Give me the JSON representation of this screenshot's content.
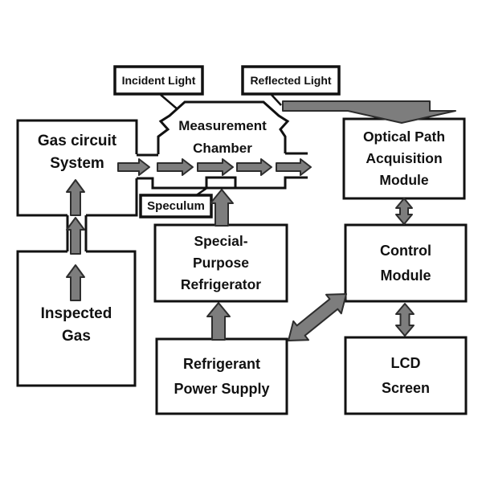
{
  "diagram": {
    "type": "block-diagram",
    "background": "#ffffff",
    "colors": {
      "arrow_fill": "#7d7d7d",
      "arrow_outline": "#2d2d2d",
      "wall_line": "#111111",
      "label_text": "#111111"
    },
    "nodes": {
      "incident_light": {
        "label": "Incident Light"
      },
      "reflected_light": {
        "label": "Reflected Light"
      },
      "measurement_chamber": {
        "lines": [
          "Measurement",
          "Chamber"
        ]
      },
      "gas_circuit_system": {
        "lines": [
          "Gas circuit",
          "System"
        ]
      },
      "optical_path_acquisition_module": {
        "lines": [
          "Optical Path",
          "Acquisition",
          "Module"
        ]
      },
      "speculum": {
        "label": "Speculum"
      },
      "special_purpose_refrigerator": {
        "lines": [
          "Special-",
          "Purpose",
          "Refrigerator"
        ]
      },
      "control_module": {
        "lines": [
          "Control",
          "Module"
        ]
      },
      "inspected_gas": {
        "lines": [
          "Inspected",
          "Gas"
        ]
      },
      "refrigerant_power_supply": {
        "lines": [
          "Refrigerant",
          "Power Supply"
        ]
      },
      "lcd_screen": {
        "lines": [
          "LCD",
          "Screen"
        ]
      }
    }
  }
}
